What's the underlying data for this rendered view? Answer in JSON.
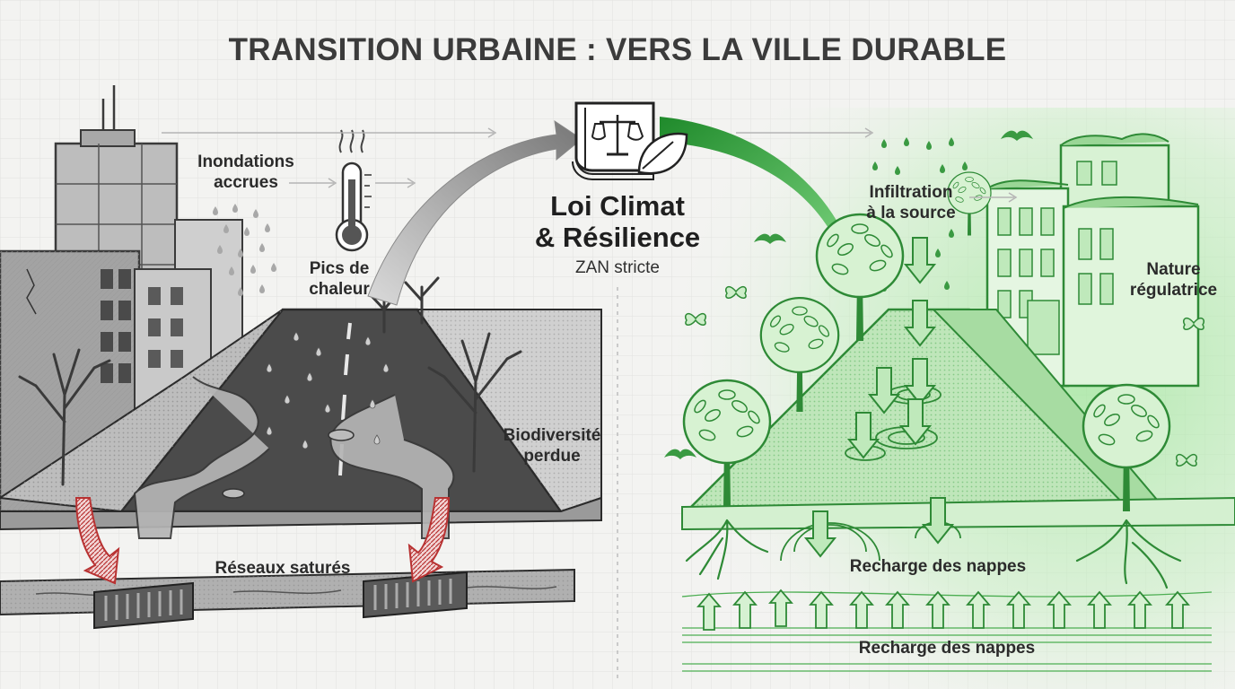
{
  "title": "TRANSITION URBAINE : VERS LA VILLE DURABLE",
  "center": {
    "law_line1": "Loi Climat",
    "law_line2": "& Résilience",
    "subtitle": "ZAN stricte",
    "icon": "law-book-scales-leaf-icon"
  },
  "gray_side": {
    "labels": {
      "floods_line1": "Inondations",
      "floods_line2": "accrues",
      "heat_line1": "Pics de",
      "heat_line2": "chaleur",
      "biodiversity_line1": "Biodiversité",
      "biodiversity_line2": "perdue",
      "networks": "Réseaux saturés"
    },
    "icons": [
      "thermometer-icon",
      "rain-icon",
      "storm-drain-icon",
      "bare-tree-icon",
      "building-icon"
    ]
  },
  "green_side": {
    "labels": {
      "infiltration_line1": "Infiltration",
      "infiltration_line2": "à la source",
      "nature_line1": "Nature",
      "nature_line2": "régulatrice",
      "recharge_upper": "Recharge des nappes",
      "recharge_lower": "Recharge des nappes"
    },
    "icons": [
      "leafy-tree-icon",
      "bird-icon",
      "butterfly-icon",
      "green-roof-building-icon",
      "infiltration-arrow-icon"
    ]
  },
  "colors": {
    "background": "#f3f3f1",
    "gray_ink": "#3a3a3a",
    "green_accent": "#2e9a3a",
    "green_glow": "#8fe08a",
    "red_arrow": "#b83232"
  }
}
